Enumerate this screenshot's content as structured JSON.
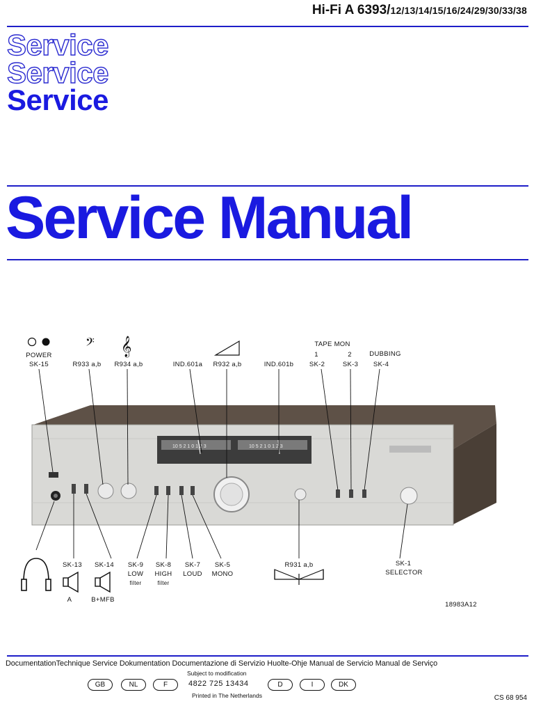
{
  "header": {
    "model": "Hi-Fi A 6393/",
    "variants": "12/13/14/15/16/24/29/30/33/38"
  },
  "service_words": [
    "Service",
    "Service",
    "Service"
  ],
  "title": "Service Manual",
  "figure": {
    "code": "18983A12",
    "labels_top": {
      "power": "POWER",
      "sk15": "SK-15",
      "r933": "R933 a,b",
      "r934": "R934 a,b",
      "ind601a": "IND.601a",
      "r932": "R932 a,b",
      "ind601b": "IND.601b",
      "tape_mon": "TAPE MON",
      "tape1": "1",
      "tape2": "2",
      "sk2": "SK-2",
      "sk3": "SK-3",
      "dubbing": "DUBBING",
      "sk4": "SK-4"
    },
    "labels_bottom": {
      "sk13": "SK-13",
      "a": "A",
      "sk14": "SK-14",
      "bmfb": "B+MFB",
      "sk9": "SK-9",
      "low": "LOW",
      "filter1": "filter",
      "sk8": "SK-8",
      "high": "HIGH",
      "filter2": "filter",
      "sk7": "SK-7",
      "loud": "LOUD",
      "sk5": "SK-5",
      "mono": "MONO",
      "r931": "R931 a,b",
      "sk1": "SK-1",
      "selector": "SELECTOR"
    }
  },
  "footer": {
    "languages_line": "DocumentationTechnique Service Dokumentation Documentazione di Servizio Huolte-Ohje Manual de Servicio Manual de Serviço",
    "subject": "Subject to modification",
    "part_number": "4822 725 13434",
    "printed": "Printed in The Netherlands",
    "cs_number": "CS 68 954",
    "countries": [
      "GB",
      "NL",
      "F",
      "D",
      "I",
      "DK"
    ]
  }
}
